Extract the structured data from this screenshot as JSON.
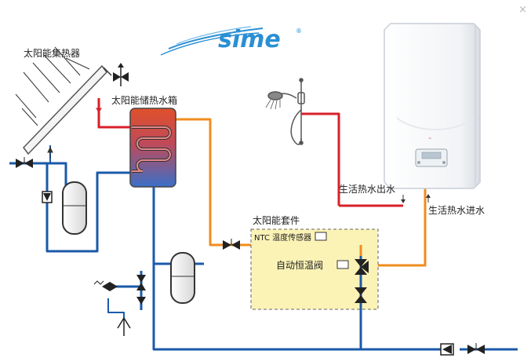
{
  "window": {
    "close_glyph": "×"
  },
  "logo": {
    "text": "sime",
    "registered": "®"
  },
  "labels": {
    "solar_collector": "太阳能集热器",
    "solar_tank": "太阳能储热水箱",
    "solar_kit": "太阳能套件",
    "ntc_sensor": "NTC 温度传感器",
    "thermostatic_valve": "自动恒温阀",
    "hot_water_out": "生活热水出水",
    "cold_water_in": "生活热水进水"
  },
  "colors": {
    "pipe_blue": "#1a5aa8",
    "pipe_red": "#d8202a",
    "pipe_orange": "#f08c1e",
    "kit_fill": "#fbf3b6",
    "logo_blue": "#2a8fd4"
  }
}
